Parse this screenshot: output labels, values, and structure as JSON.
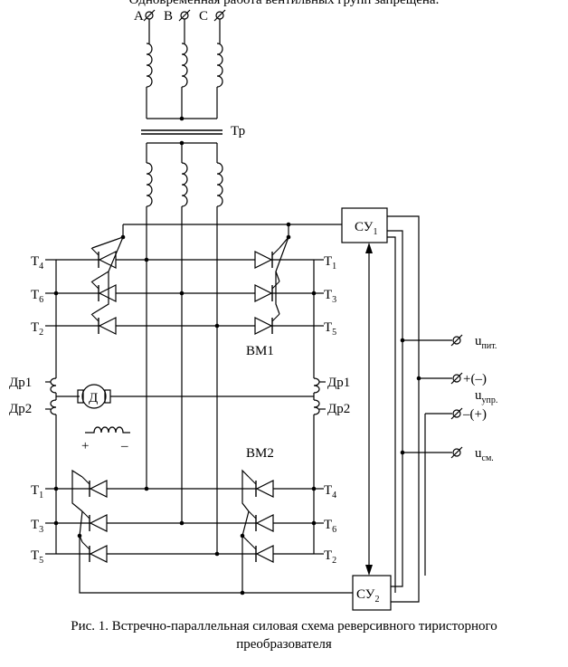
{
  "top_text": "Одновременная работа вентильных групп запрещена.",
  "phases": [
    "A",
    "B",
    "C"
  ],
  "transformer": "Тр",
  "control": {
    "cu1": {
      "main": "СУ",
      "sub": "1"
    },
    "cu2": {
      "main": "СУ",
      "sub": "2"
    }
  },
  "group1": {
    "name": "ВМ1",
    "left": [
      {
        "main": "Т",
        "sub": "4"
      },
      {
        "main": "Т",
        "sub": "6"
      },
      {
        "main": "Т",
        "sub": "2"
      }
    ],
    "right": [
      {
        "main": "Т",
        "sub": "1"
      },
      {
        "main": "Т",
        "sub": "3"
      },
      {
        "main": "Т",
        "sub": "5"
      }
    ]
  },
  "group2": {
    "name": "ВМ2",
    "left": [
      {
        "main": "Т",
        "sub": "1"
      },
      {
        "main": "Т",
        "sub": "3"
      },
      {
        "main": "Т",
        "sub": "5"
      }
    ],
    "right": [
      {
        "main": "Т",
        "sub": "4"
      },
      {
        "main": "Т",
        "sub": "6"
      },
      {
        "main": "Т",
        "sub": "2"
      }
    ]
  },
  "chokes": {
    "dr1": "Др1",
    "dr2": "Др2"
  },
  "motor": "Д",
  "polarity": {
    "plus": "+",
    "minus": "–"
  },
  "terminals": {
    "supply": {
      "main": "u",
      "sub": "пит."
    },
    "ctrl_pos": "+(–)",
    "ctrl_neg": "–(+)",
    "ctrl": {
      "main": "u",
      "sub": "упр."
    },
    "bias": {
      "main": "u",
      "sub": "см."
    }
  },
  "caption_line1": "Рис. 1. Встречно-параллельная силовая схема реверсивного тиристорного",
  "caption_line2": "преобразователя"
}
